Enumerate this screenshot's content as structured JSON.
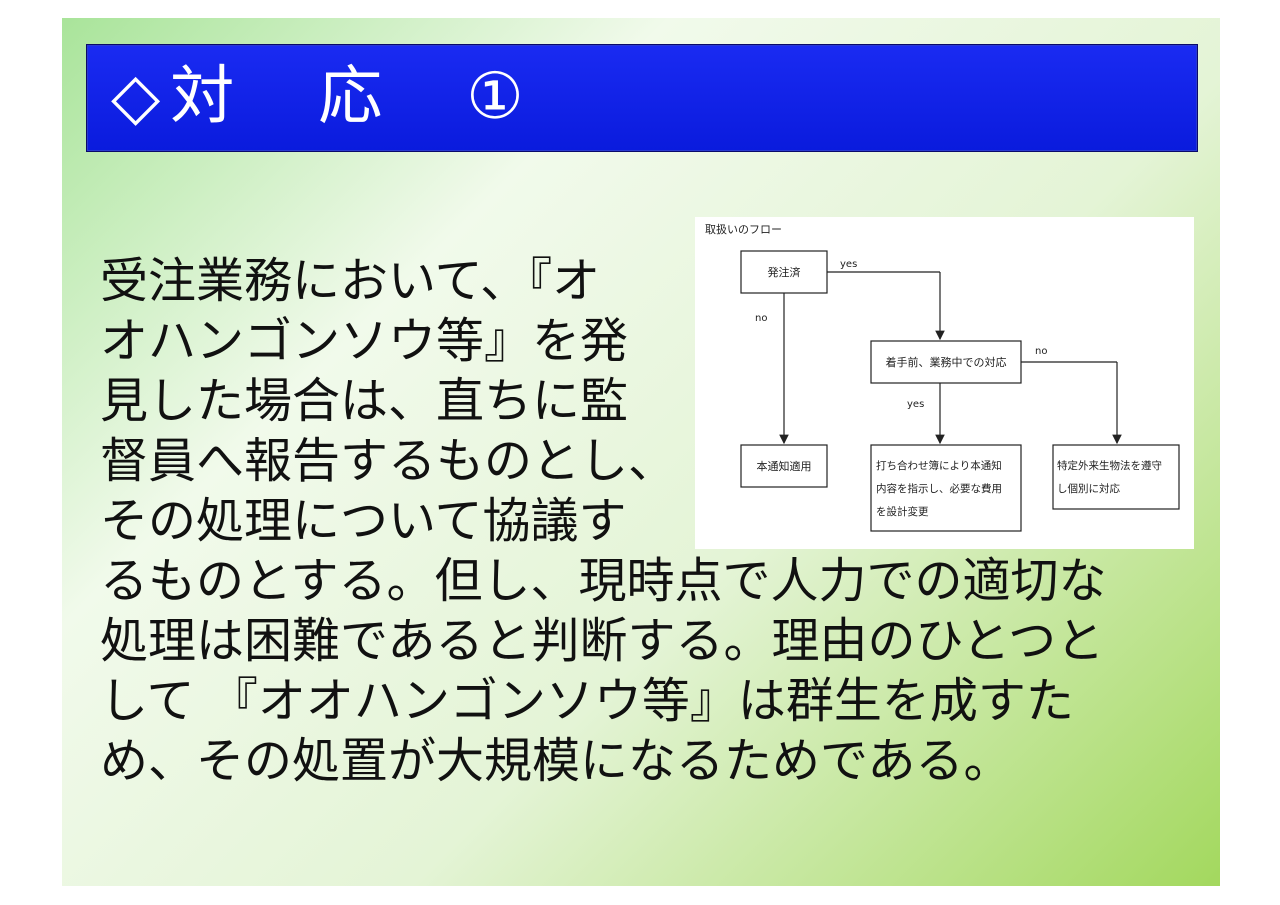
{
  "title": "◇対　応　①",
  "body_lines": [
    "受注業務において、『オ",
    "オハンゴンソウ等』を発",
    "見した場合は、直ちに監",
    "督員へ報告するものとし、",
    "その処理について協議す",
    "るものとする。但し、現時点で人力での適切な",
    "処理は困難であると判断する。理由のひとつと",
    "して 『オオハンゴンソウ等』は群生を成すた",
    "め、その処置が大規模になるためである。"
  ],
  "flowchart": {
    "heading": "取扱いのフロー",
    "node_ordered": "発注済",
    "node_in_progress": "着手前、業務中での対応",
    "node_not_applicable": "本通知適用",
    "node_meeting_line1": "打ち合わせ簿により本通知",
    "node_meeting_line2": "内容を指示し、必要な費用",
    "node_meeting_line3": "を設計変更",
    "node_alien_line1": "特定外来生物法を遵守",
    "node_alien_line2": "し個別に対応",
    "label_yes_1": "yes",
    "label_no_1": "no",
    "label_no_2": "no",
    "label_yes_2": "yes"
  }
}
